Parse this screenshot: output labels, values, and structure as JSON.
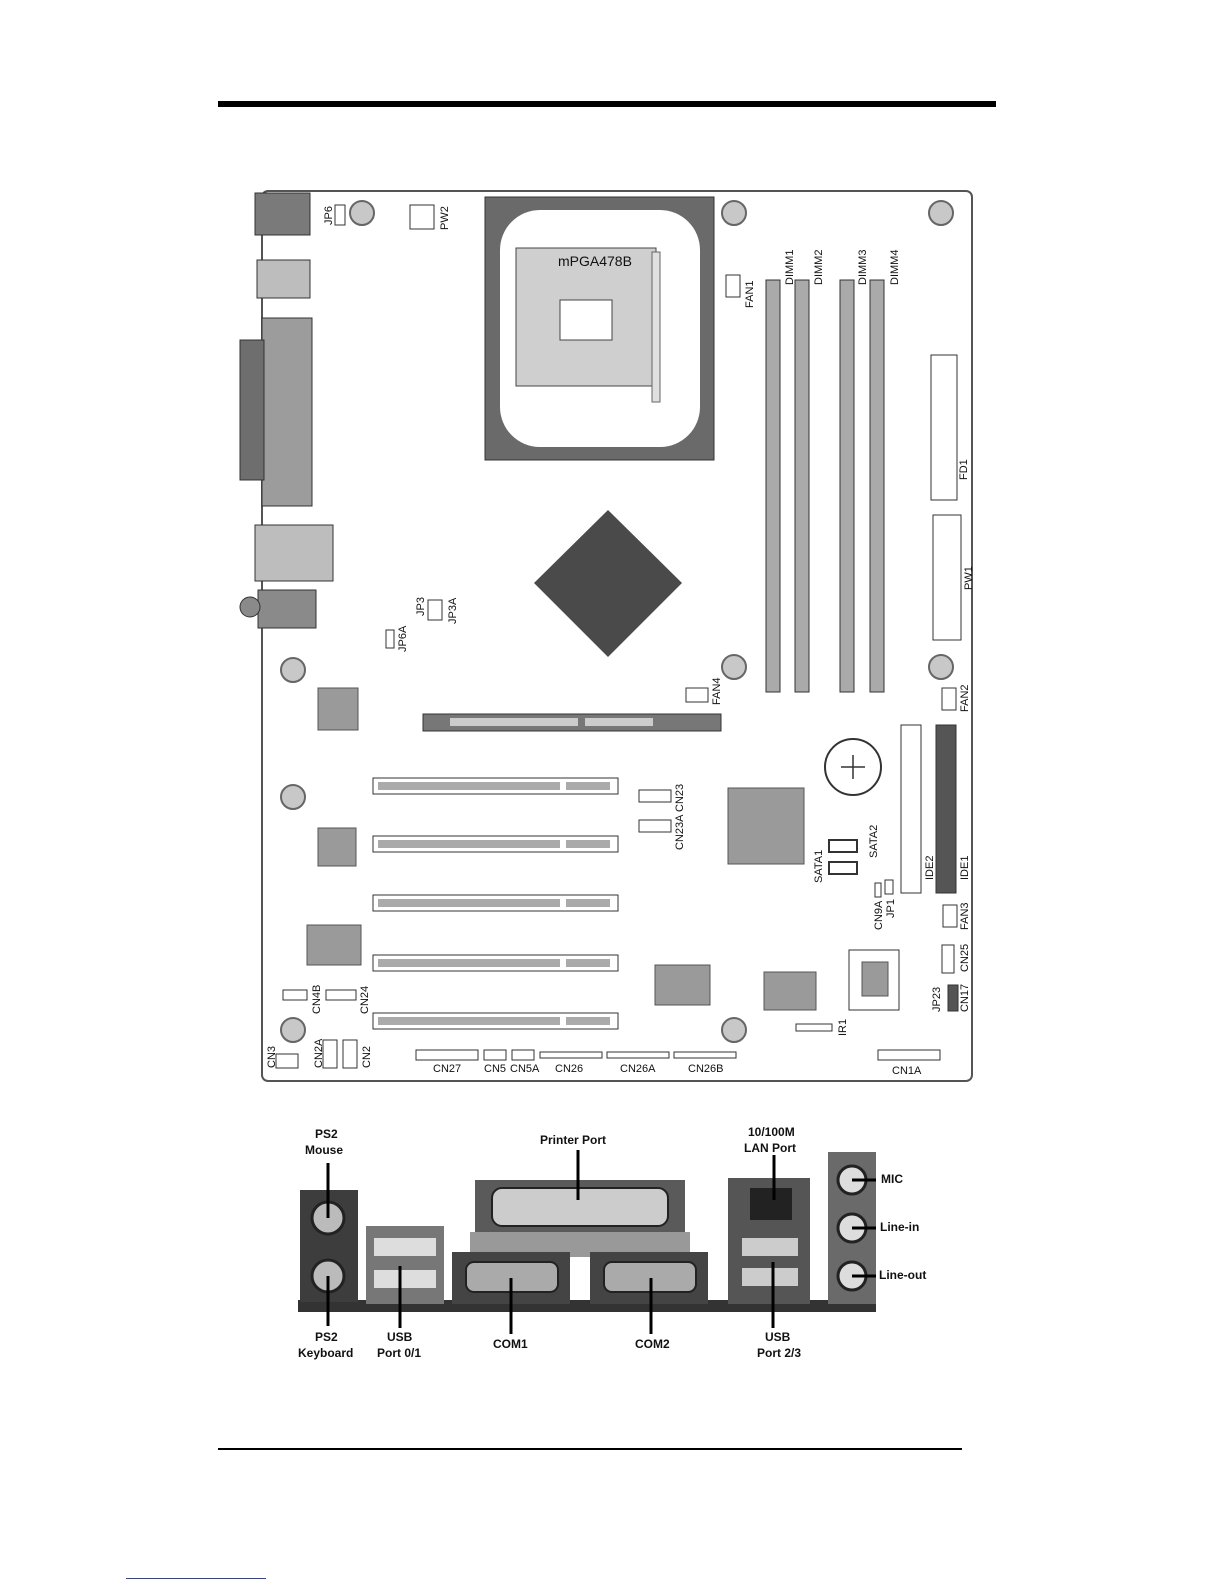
{
  "board": {
    "socket": "mPGA478B",
    "dimms": [
      "DIMM1",
      "DIMM2",
      "DIMM3",
      "DIMM4"
    ],
    "power": [
      "PW1",
      "PW2"
    ],
    "fans": [
      "FAN1",
      "FAN2",
      "FAN3",
      "FAN4"
    ],
    "fd": "FD1",
    "ide": [
      "IDE1",
      "IDE2"
    ],
    "sata": [
      "SATA1",
      "SATA2"
    ],
    "jumpers": {
      "jp6": "JP6",
      "jp6a": "JP6A",
      "jp3": "JP3",
      "jp3a": "JP3A",
      "jp1": "JP1",
      "jp23": "JP23",
      "cn9a": "CN9A"
    },
    "headers": {
      "cn23": "CN23",
      "cn23a": "CN23A",
      "cn4b": "CN4B",
      "cn24": "CN24",
      "cn3": "CN3",
      "cn2a": "CN2A",
      "cn2": "CN2",
      "cn27": "CN27",
      "cn5": "CN5",
      "cn5a": "CN5A",
      "cn26": "CN26",
      "cn26a": "CN26A",
      "cn26b": "CN26B",
      "ir1": "IR1",
      "cn1a": "CN1A",
      "cn25": "CN25",
      "cn17": "CN17"
    }
  },
  "io_panel": {
    "ps2_mouse": [
      "PS2",
      "Mouse"
    ],
    "ps2_keyboard": [
      "PS2",
      "Keyboard"
    ],
    "usb01": [
      "USB",
      "Port 0/1"
    ],
    "printer": "Printer Port",
    "com1": "COM1",
    "com2": "COM2",
    "lan": [
      "10/100M",
      "LAN Port"
    ],
    "usb23": [
      "USB",
      "Port 2/3"
    ],
    "mic": "MIC",
    "line_in": "Line-in",
    "line_out": "Line-out"
  },
  "colors": {
    "board_bg": "#ffffff",
    "slot_gray": "#a8a8a8",
    "chip_gray": "#9a9a9a",
    "dark": "#3c3c3c"
  }
}
